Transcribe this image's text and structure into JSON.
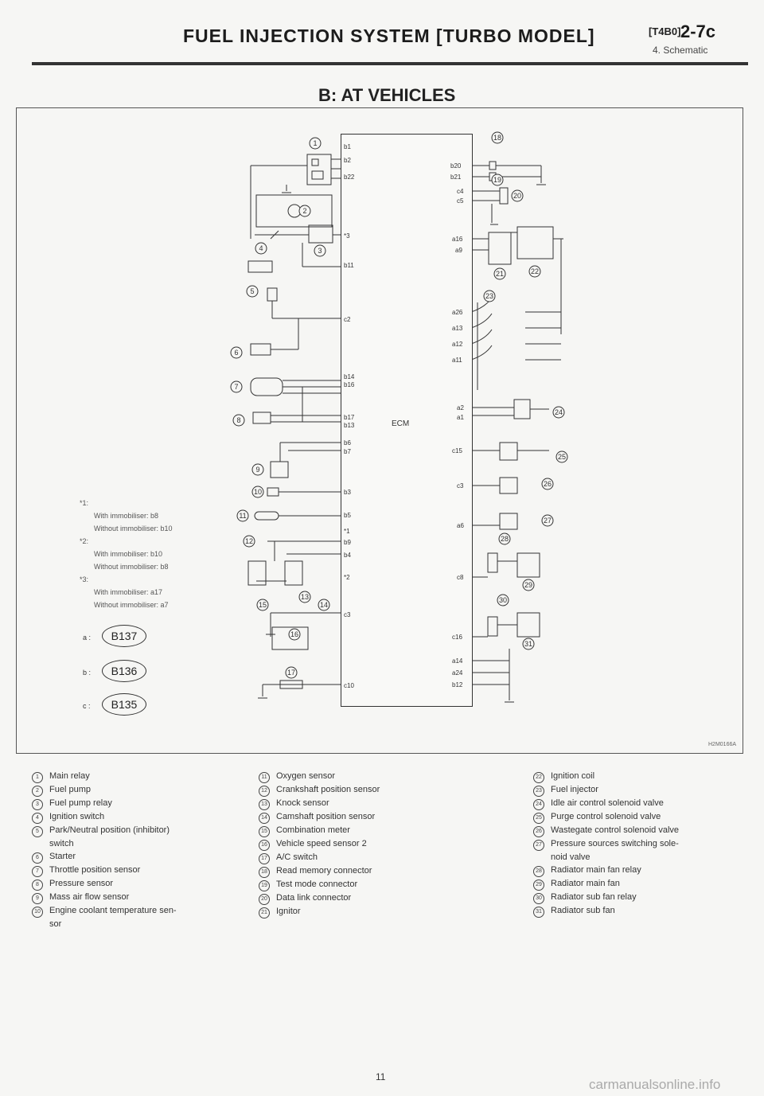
{
  "header": {
    "title": "FUEL INJECTION SYSTEM [TURBO MODEL]",
    "code": "[T4B0]",
    "section": "2-7c",
    "subsection": "4. Schematic"
  },
  "sub_heading": "B: AT VEHICLES",
  "diagram": {
    "ecm_label": "ECM",
    "frame_code": "H2M0166A",
    "pins_left": [
      "b1",
      "b2",
      "b22",
      "*3",
      "b11",
      "c2",
      "b14",
      "b16",
      "b17",
      "b13",
      "b6",
      "b7",
      "b3",
      "b5",
      "*1",
      "b9",
      "b4",
      "*2",
      "c3",
      "c10"
    ],
    "pins_right": [
      "b20",
      "b21",
      "c4",
      "c5",
      "a16",
      "a9",
      "a26",
      "a13",
      "a12",
      "a11",
      "a2",
      "a1",
      "c15",
      "c3",
      "a6",
      "c8",
      "c16",
      "a14",
      "a24",
      "b12"
    ],
    "notes": [
      "*1:",
      "With immobiliser: b8",
      "Without immobiliser: b10",
      "*2:",
      "With immobiliser: b10",
      "Without immobiliser: b8",
      "*3:",
      "With immobiliser: a17",
      "Without immobiliser: a7"
    ],
    "connectors": [
      {
        "key": "a :",
        "label": "B137"
      },
      {
        "key": "b :",
        "label": "B136"
      },
      {
        "key": "c :",
        "label": "B135"
      }
    ]
  },
  "legend": {
    "col1": [
      {
        "num": "1",
        "text": "Main relay"
      },
      {
        "num": "2",
        "text": "Fuel pump"
      },
      {
        "num": "3",
        "text": "Fuel pump relay"
      },
      {
        "num": "4",
        "text": "Ignition switch"
      },
      {
        "num": "5",
        "text": "Park/Neutral position (inhibitor)"
      },
      {
        "num": "",
        "text": "switch"
      },
      {
        "num": "6",
        "text": "Starter"
      },
      {
        "num": "7",
        "text": "Throttle position sensor"
      },
      {
        "num": "8",
        "text": "Pressure sensor"
      },
      {
        "num": "9",
        "text": "Mass air flow sensor"
      },
      {
        "num": "10",
        "text": "Engine coolant temperature sen-"
      },
      {
        "num": "",
        "text": "sor"
      }
    ],
    "col2": [
      {
        "num": "11",
        "text": "Oxygen sensor"
      },
      {
        "num": "12",
        "text": "Crankshaft position sensor"
      },
      {
        "num": "13",
        "text": "Knock sensor"
      },
      {
        "num": "14",
        "text": "Camshaft position sensor"
      },
      {
        "num": "15",
        "text": "Combination meter"
      },
      {
        "num": "16",
        "text": "Vehicle speed sensor 2"
      },
      {
        "num": "17",
        "text": "A/C switch"
      },
      {
        "num": "18",
        "text": "Read memory connector"
      },
      {
        "num": "19",
        "text": "Test mode connector"
      },
      {
        "num": "20",
        "text": "Data link connector"
      },
      {
        "num": "21",
        "text": "Ignitor"
      }
    ],
    "col3": [
      {
        "num": "22",
        "text": "Ignition coil"
      },
      {
        "num": "23",
        "text": "Fuel injector"
      },
      {
        "num": "24",
        "text": "Idle air control solenoid valve"
      },
      {
        "num": "25",
        "text": "Purge control solenoid valve"
      },
      {
        "num": "26",
        "text": "Wastegate control solenoid valve"
      },
      {
        "num": "27",
        "text": "Pressure sources switching sole-"
      },
      {
        "num": "",
        "text": "noid valve"
      },
      {
        "num": "28",
        "text": "Radiator main fan relay"
      },
      {
        "num": "29",
        "text": "Radiator main fan"
      },
      {
        "num": "30",
        "text": "Radiator sub fan relay"
      },
      {
        "num": "31",
        "text": "Radiator sub fan"
      }
    ]
  },
  "page_number": "11",
  "watermark": "carmanualsonline.info"
}
